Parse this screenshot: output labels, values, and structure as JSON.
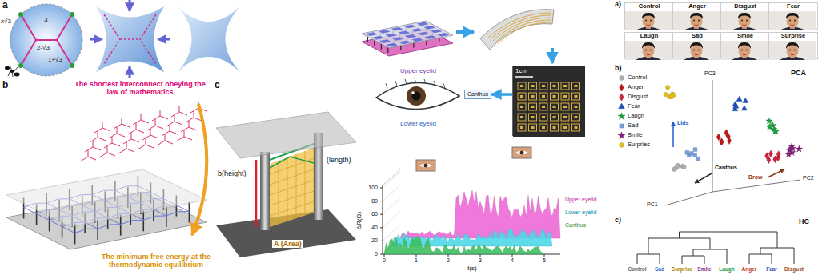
{
  "diagram": {
    "nodes": [
      {
        "text": [
          "1cm"
        ]
      },
      {
        "text": [
          "Canthus"
        ]
      },
      {
        "text": [
          "Control"
        ]
      },
      {
        "text": [
          "Anger"
        ]
      },
      {
        "text": [
          "Disgust"
        ]
      },
      {
        "text": [
          "Fear"
        ]
      },
      {
        "text": [
          "Laugh"
        ]
      },
      {
        "text": [
          "Sad"
        ]
      },
      {
        "text": [
          "Smile"
        ]
      },
      {
        "text": [
          "Surprise"
        ]
      }
    ],
    "edges": [
      {
        "from": 0,
        "to": 1,
        "arrow": "to"
      }
    ],
    "labels": [
      "a",
      "x√3",
      "3",
      "2-√3",
      "1+√3",
      "b",
      "The shortest interconnect obeying the law of mathematics",
      "The minimum free energy at the thermodynamic equilibrium",
      "c",
      "b(height)",
      "(length)",
      "A (Area)",
      "Upper eyelid",
      "Lower eyelid",
      "100",
      "80",
      "60",
      "40",
      "20",
      "0",
      "ΔR(Ω)",
      "0",
      "1",
      "2",
      "3",
      "4",
      "5",
      "t(s)",
      "Upper eyelid",
      "Lower eyelid",
      "Canthus",
      "a)",
      "b)",
      "PCA",
      "Lids",
      "Canthus",
      "Brow",
      "PC1",
      "PC2",
      "PC3",
      "c)",
      "HC",
      "Control",
      "Sad",
      "Surprise",
      "Smile",
      "Laugh",
      "Anger",
      "Fear",
      "Disgust"
    ],
    "legend": [
      {
        "text": "Control"
      },
      {
        "text": "Anger"
      },
      {
        "text": "Disgust"
      },
      {
        "text": "Fear"
      },
      {
        "text": "Laugh"
      },
      {
        "text": "Sad"
      },
      {
        "text": "Smile"
      },
      {
        "text": "Surpries"
      }
    ]
  }
}
